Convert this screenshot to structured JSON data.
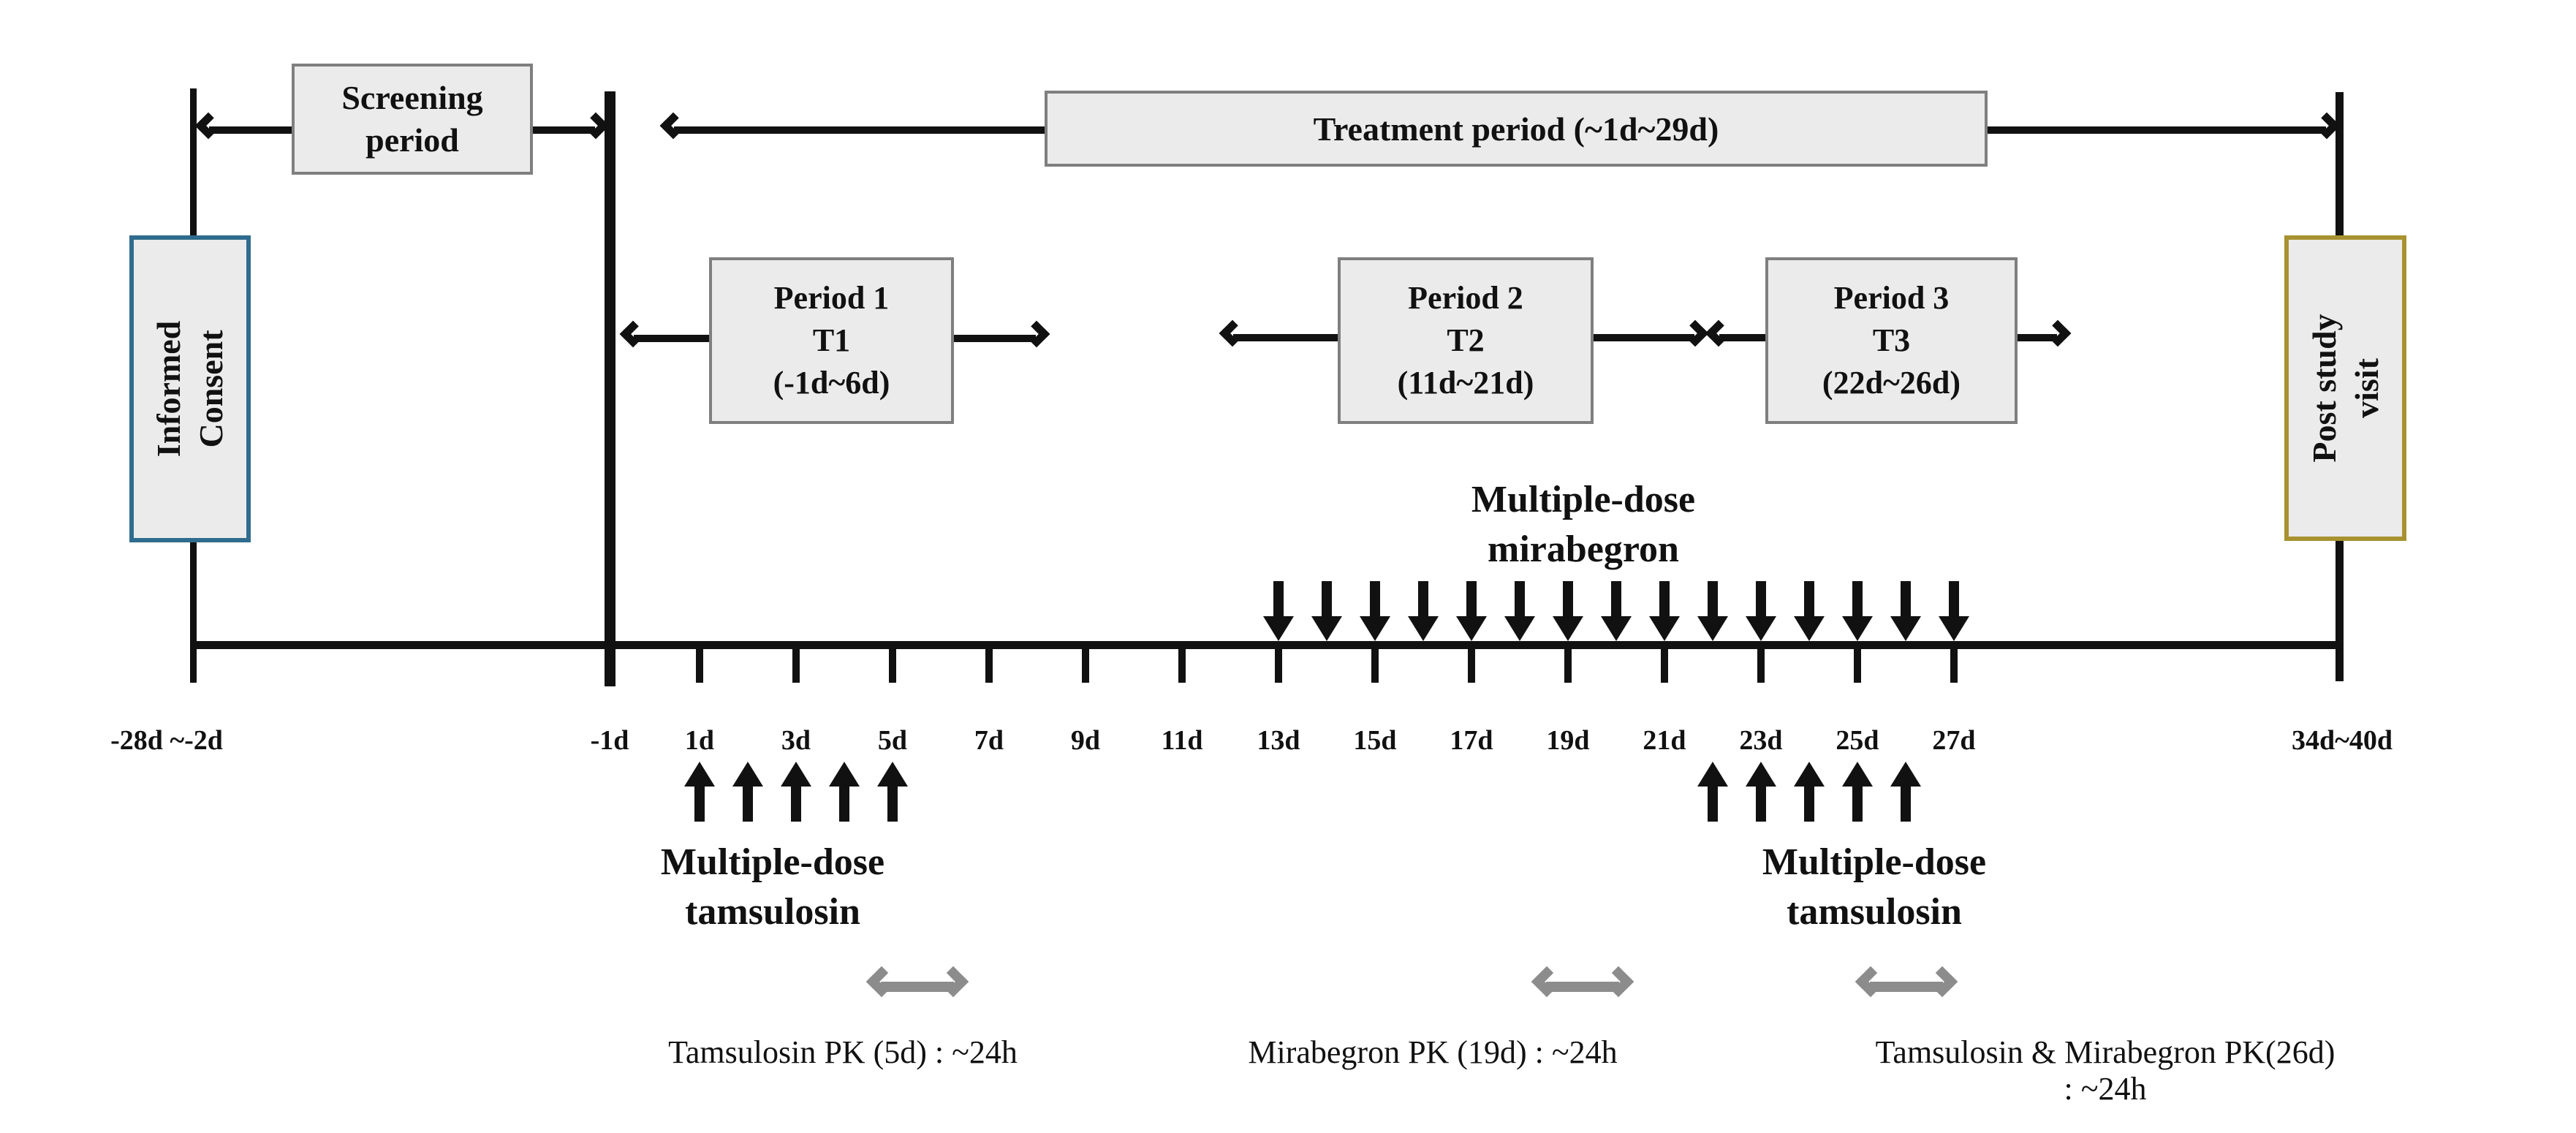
{
  "colors": {
    "ink": "#111111",
    "box_fill": "#EBEBEB",
    "box_border": "#7F7F7F",
    "informed_consent_border": "#2F6C8E",
    "post_study_border": "#A89230",
    "pk_arrow_gray": "#8C8C8C"
  },
  "header": {
    "screening_label": "Screening\nperiod",
    "treatment_label": "Treatment period (~1d~29d)"
  },
  "periods": [
    {
      "title": "Period 1",
      "treatment": "T1",
      "range": "(-1d~6d)"
    },
    {
      "title": "Period 2",
      "treatment": "T2",
      "range": "(11d~21d)"
    },
    {
      "title": "Period 3",
      "treatment": "T3",
      "range": "(22d~26d)"
    }
  ],
  "milestones": {
    "informed_consent": "Informed\nConsent",
    "post_study_visit": "Post study\nvisit"
  },
  "timeline": {
    "start_label": "-28d ~-2d",
    "minus1_label": "-1d",
    "day_ticks": [
      "1d",
      "3d",
      "5d",
      "7d",
      "9d",
      "11d",
      "13d",
      "15d",
      "17d",
      "19d",
      "21d",
      "23d",
      "25d",
      "27d"
    ],
    "end_label": "34d~40d"
  },
  "dosing": {
    "mirabegron": {
      "label": "Multiple-dose\nmirabegron",
      "days": [
        13,
        14,
        15,
        16,
        17,
        18,
        19,
        20,
        21,
        22,
        23,
        24,
        25,
        26,
        27
      ]
    },
    "tamsulosin_period1": {
      "label": "Multiple-dose\ntamsulosin",
      "days": [
        1,
        2,
        3,
        4,
        5
      ]
    },
    "tamsulosin_period3": {
      "label": "Multiple-dose\ntamsulosin",
      "days": [
        22,
        23,
        24,
        25,
        26
      ]
    }
  },
  "pk_annotations": [
    {
      "label": "Tamsulosin PK (5d) : ~24h"
    },
    {
      "label": "Mirabegron PK (19d) : ~24h"
    },
    {
      "label": "Tamsulosin & Mirabegron PK(26d) : ~24h"
    }
  ]
}
